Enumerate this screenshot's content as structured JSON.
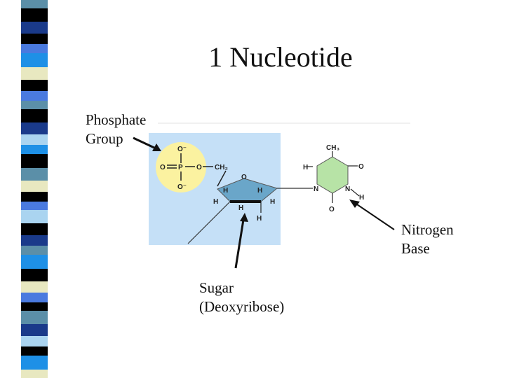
{
  "slide": {
    "title": "1 Nucleotide"
  },
  "labels": {
    "phosphate_line1": "Phosphate",
    "phosphate_line2": "Group",
    "nitrogen_line1": "Nitrogen",
    "nitrogen_line2": "Base",
    "sugar_line1": "Sugar",
    "sugar_line2": "(Deoxyribose)"
  },
  "molecule": {
    "phosphate": {
      "o_top": "O⁻",
      "o_left": "O",
      "p": "P",
      "o_right": "O",
      "ch2": "CH₂",
      "o_bottom": "O⁻"
    },
    "sugar": {
      "o_ring": "O",
      "h1": "H",
      "h2": "H",
      "h3": "H",
      "h4": "H",
      "h5": "H",
      "h6": "H"
    },
    "base": {
      "ch3": "CH₃",
      "h_left": "H",
      "o_right": "O",
      "n_left": "N",
      "n_right": "N",
      "h_n": "H",
      "o_bottom": "O"
    }
  },
  "colors": {
    "panel_bg": "#c5e0f7",
    "phosphate_circle": "#fbf2a0",
    "sugar_ring": "#6aa6c9",
    "base_ring": "#b7e3a6",
    "stripe_palette": [
      "#000000",
      "#5b8fa8",
      "#1a3a8a",
      "#e8e8c0",
      "#4a7adf",
      "#aad4f0",
      "#1e90e6"
    ]
  }
}
